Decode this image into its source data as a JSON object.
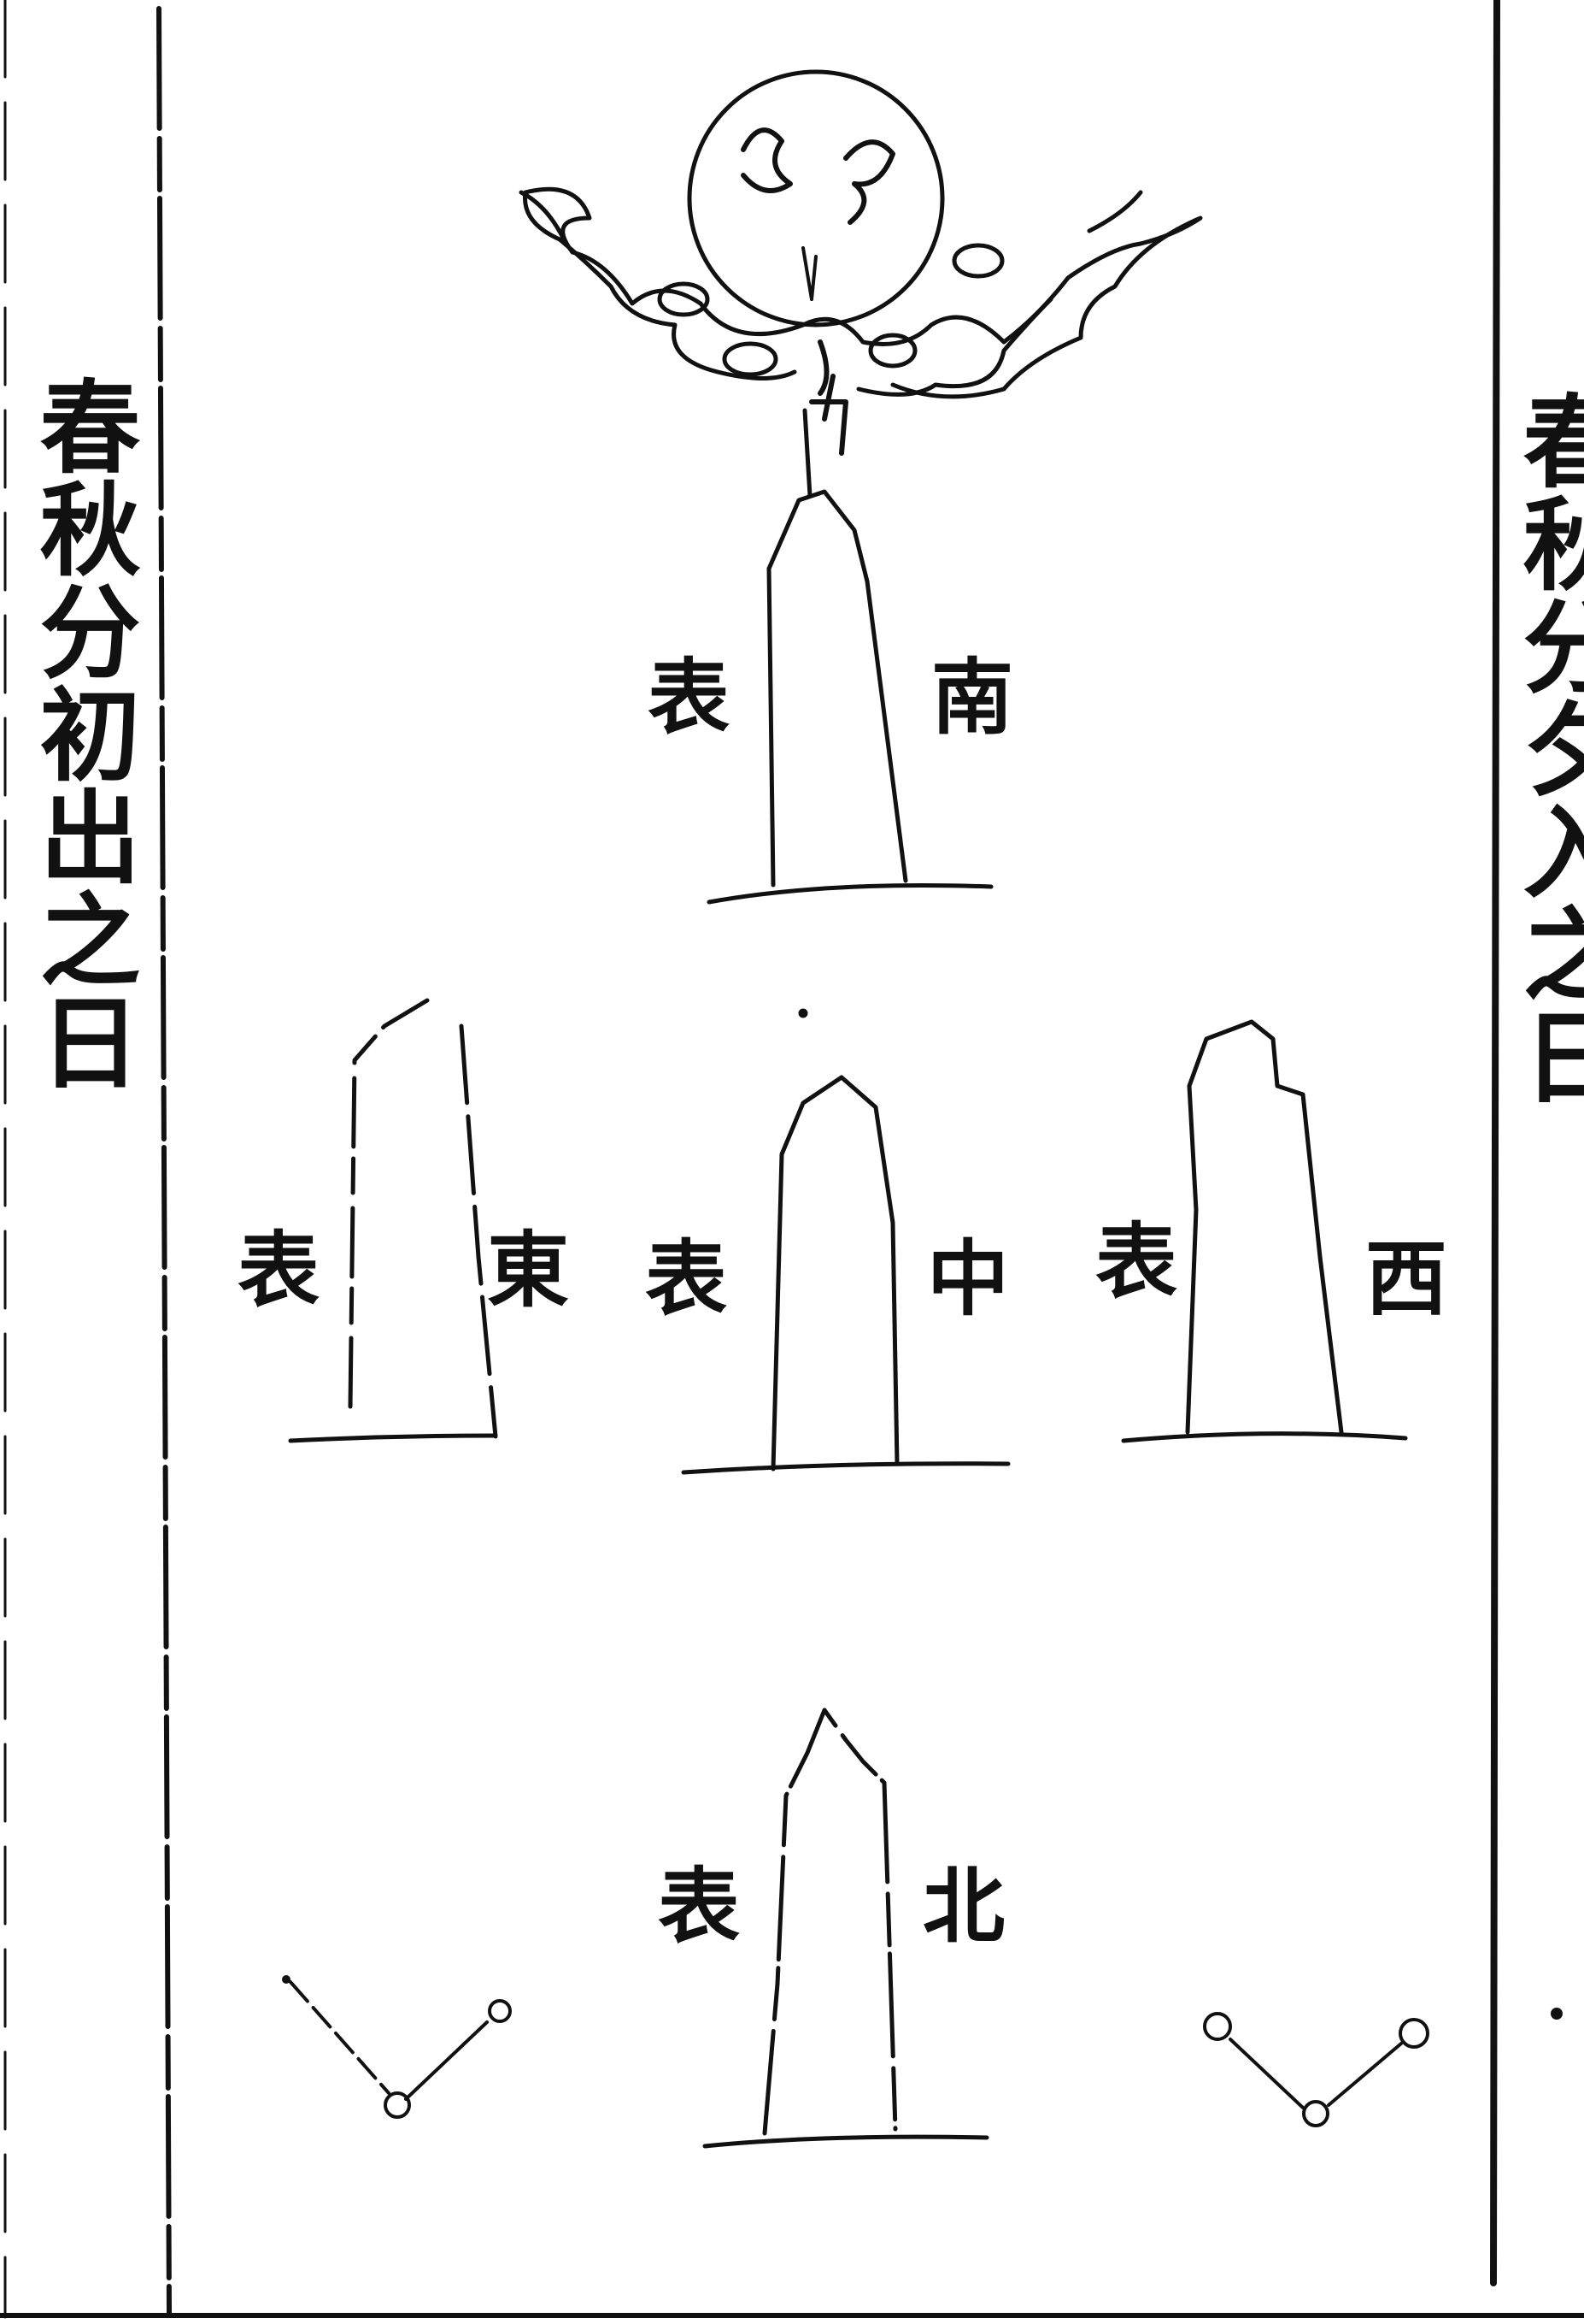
{
  "columns": {
    "left_title": "春秋分初出之日",
    "right_title_partial": "春秋分夕入之日"
  },
  "pillars": {
    "south": {
      "side": "南",
      "label": "表"
    },
    "east": {
      "side": "東",
      "label": "表"
    },
    "center": {
      "side": "中",
      "label": "表"
    },
    "west": {
      "side": "西",
      "label": "表"
    },
    "north": {
      "side": "北",
      "label": "表"
    }
  }
}
